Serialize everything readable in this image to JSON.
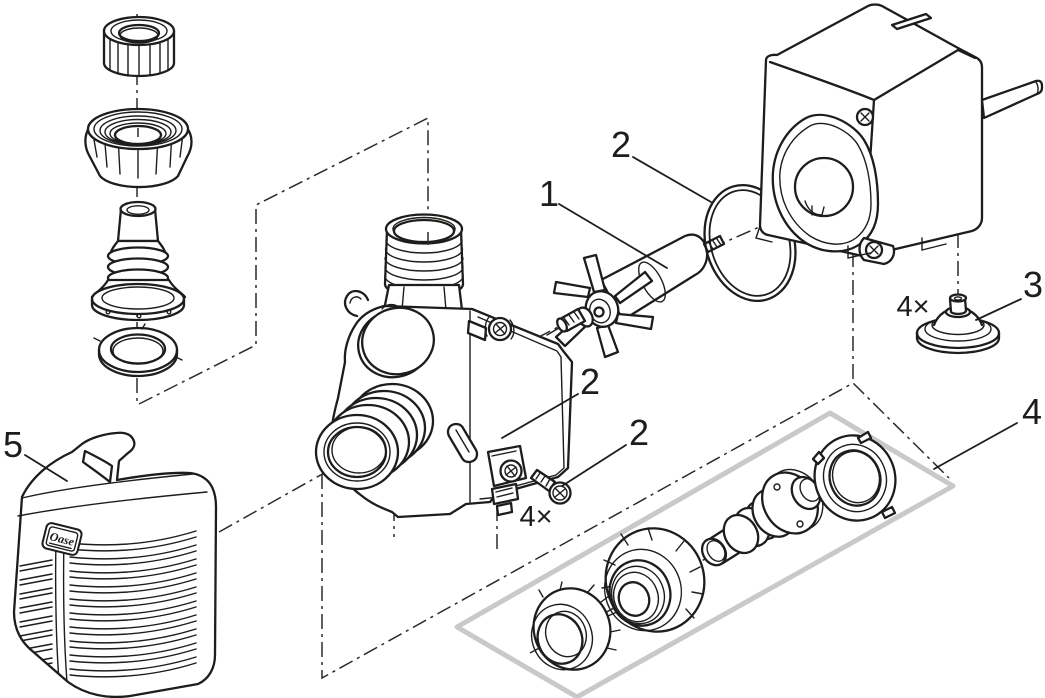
{
  "diagram": {
    "type": "exploded-parts-diagram",
    "subject": "Oase pump spare parts",
    "background": "#ffffff",
    "line_color": "#1d1d1b",
    "kit_box_color": "#c9c9c9",
    "brand": {
      "logo_text": "Oase"
    },
    "callouts": {
      "rotor": {
        "label": "1",
        "part": "impeller-rotor-assembly"
      },
      "oring": {
        "label": "2",
        "part": "o-ring-seal"
      },
      "housing": {
        "label": "2",
        "part": "pump-housing"
      },
      "screw": {
        "label": "2",
        "part": "housing-screw"
      },
      "suction_cup": {
        "label": "3",
        "part": "suction-cup-foot"
      },
      "connection_kit": {
        "label": "4",
        "part": "hose-connection-kit"
      },
      "cover": {
        "label": "5",
        "part": "pump-cover-shell"
      }
    },
    "quantities": {
      "screws": "4×",
      "suction_cups": "4×"
    }
  }
}
